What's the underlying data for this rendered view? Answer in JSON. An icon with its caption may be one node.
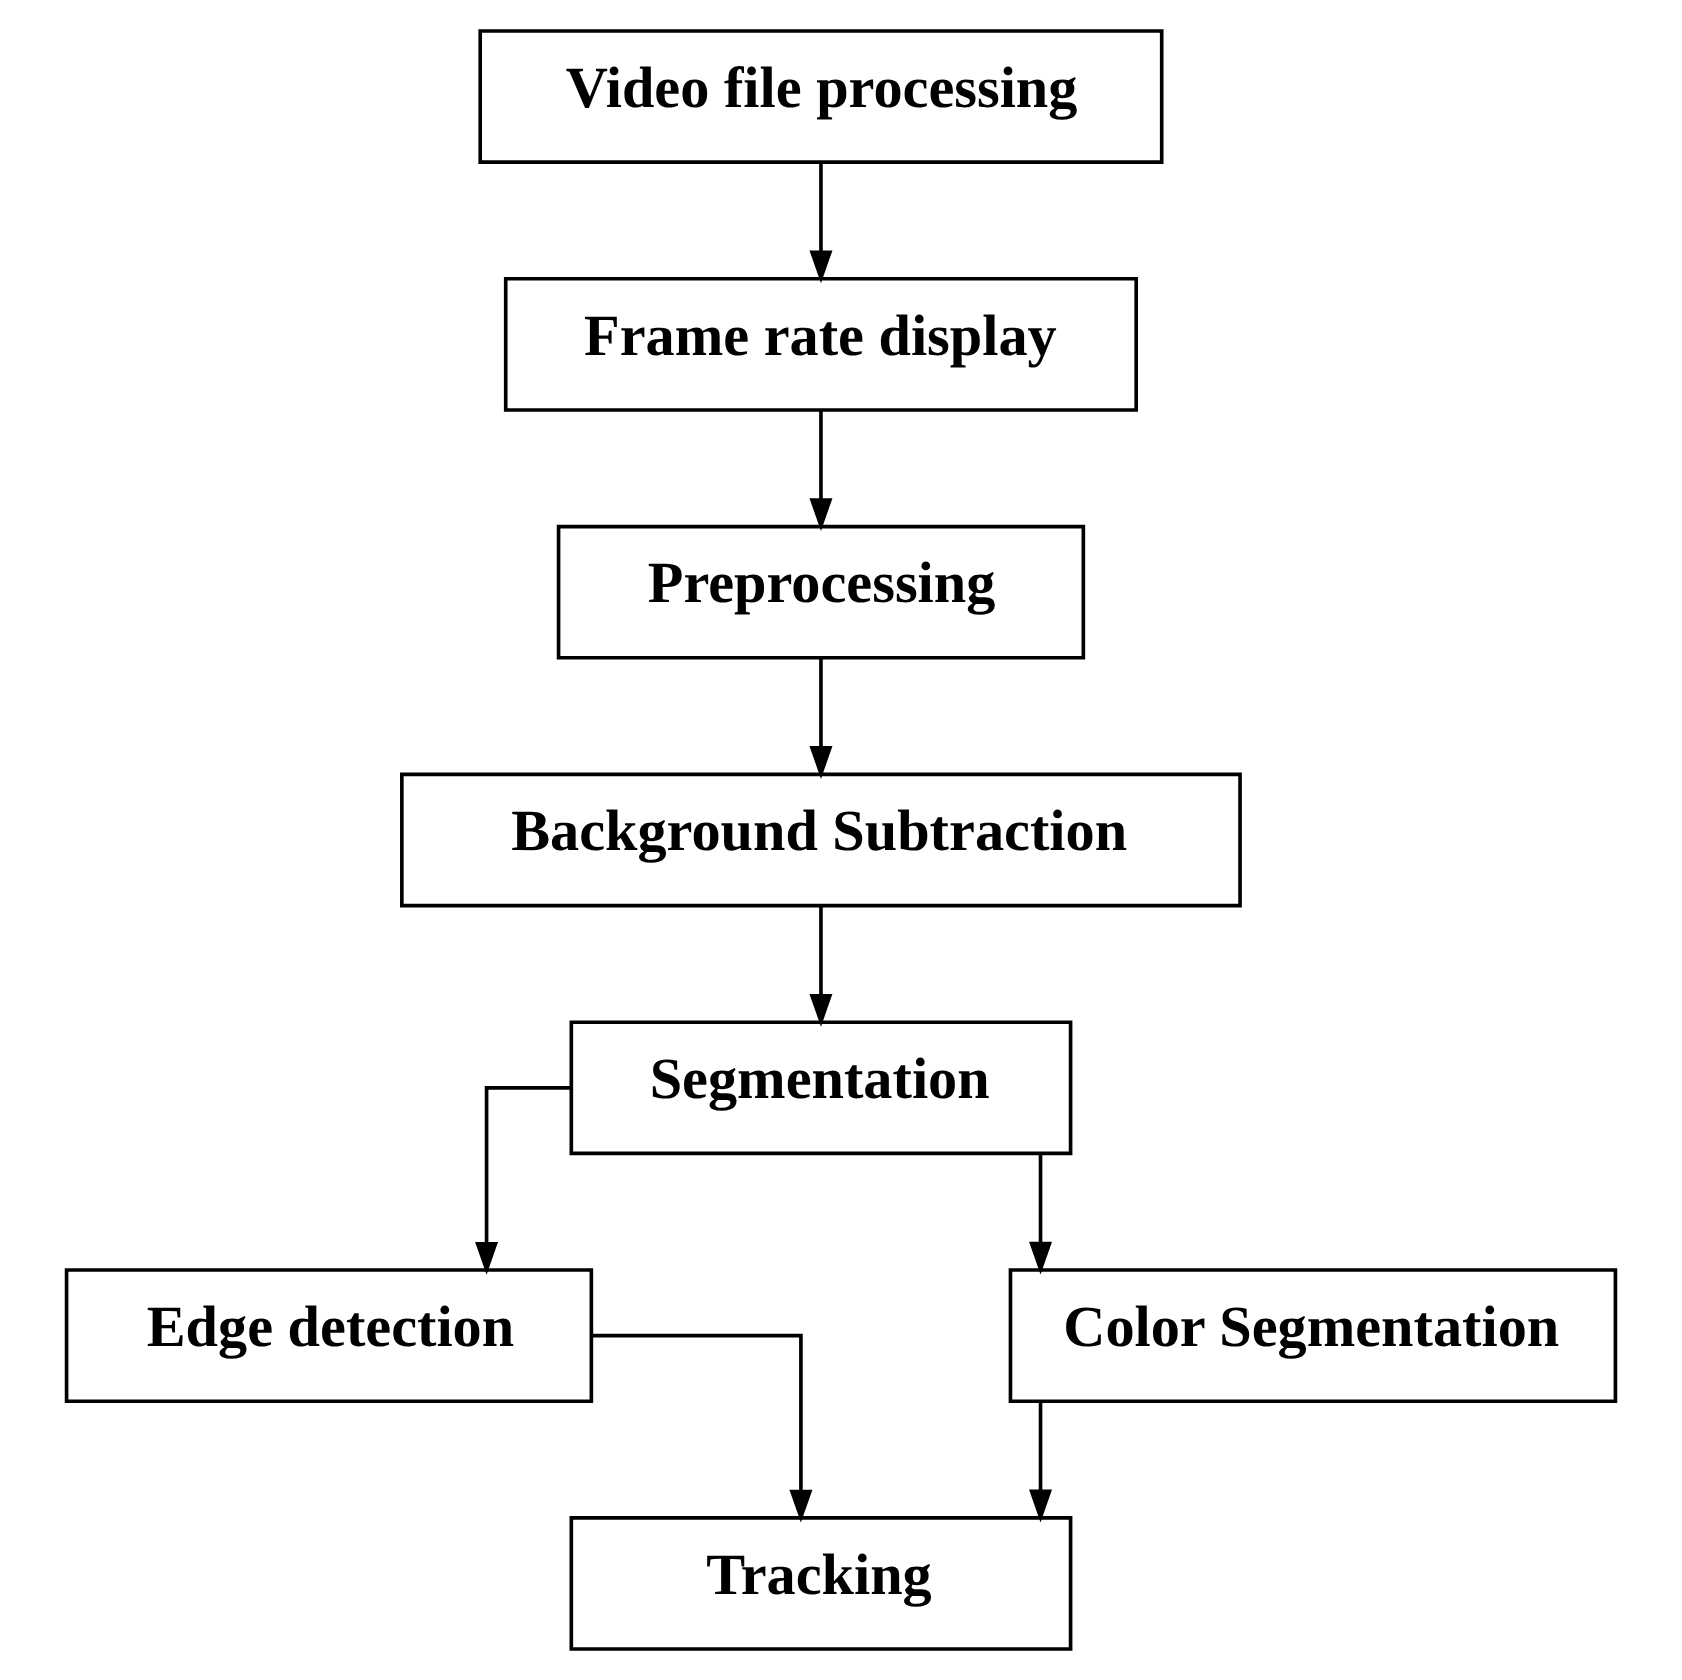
{
  "diagram": {
    "nodes": [
      {
        "text": [
          "Video file processing"
        ]
      },
      {
        "text": [
          "Frame rate display"
        ]
      },
      {
        "text": [
          "Preprocessing"
        ]
      },
      {
        "text": [
          "Background Subtraction"
        ]
      },
      {
        "text": [
          "Segmentation"
        ]
      },
      {
        "text": [
          "Edge detection"
        ]
      },
      {
        "text": [
          "Color Segmentation"
        ]
      },
      {
        "text": [
          "Tracking"
        ]
      }
    ],
    "edges": [
      {
        "from": 0,
        "to": 1,
        "arrow": "to"
      },
      {
        "from": 1,
        "to": 2,
        "arrow": "to"
      },
      {
        "from": 2,
        "to": 3,
        "arrow": "to"
      },
      {
        "from": 3,
        "to": 4,
        "arrow": "to"
      },
      {
        "from": 4,
        "to": 5,
        "arrow": "to"
      },
      {
        "from": 4,
        "to": 6,
        "arrow": "to"
      },
      {
        "from": 5,
        "to": 7,
        "arrow": "to"
      },
      {
        "from": 6,
        "to": 7,
        "arrow": "to"
      }
    ]
  }
}
